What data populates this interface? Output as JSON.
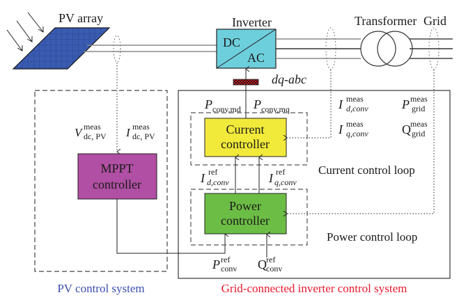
{
  "title_labels": {
    "pv_array": "PV array",
    "inverter": "Inverter",
    "transformer": "Transformer",
    "grid": "Grid",
    "dc": "DC",
    "ac": "AC",
    "dq_abc": "dq-abc"
  },
  "blocks": {
    "mppt": {
      "line1": "MPPT",
      "line2": "controller",
      "color": "#b04fa3"
    },
    "current": {
      "line1": "Current",
      "line2": "controller",
      "color": "#f2ea3a"
    },
    "power": {
      "line1": "Power",
      "line2": "controller",
      "color": "#6cbd45"
    },
    "inverter_color": "#6ecfdc",
    "pv_panel_color": "#3a5bb0"
  },
  "signals": {
    "v_dc_pv": {
      "main": "V",
      "sup": "meas",
      "sub": "dc, PV"
    },
    "i_dc_pv": {
      "main": "I",
      "sup": "meas",
      "sub": "dc, PV"
    },
    "p_conv_md": {
      "main": "P",
      "sub": "conv,md"
    },
    "p_conv_mq": {
      "main": "P",
      "sub": "conv,mq"
    },
    "i_d_conv_meas": {
      "main": "I",
      "sup": "meas",
      "sub": "d,conv"
    },
    "i_q_conv_meas": {
      "main": "I",
      "sup": "meas",
      "sub": "q,conv"
    },
    "p_grid_meas": {
      "main": "P",
      "sup": "meas",
      "sub": "grid"
    },
    "q_grid_meas": {
      "main": "Q",
      "sup": "meas",
      "sub": "grid"
    },
    "i_d_conv_ref": {
      "main": "I",
      "sup": "ref",
      "sub": "d,conv"
    },
    "i_q_conv_ref": {
      "main": "I",
      "sup": "ref",
      "sub": "q,conv"
    },
    "p_conv_ref": {
      "main": "P",
      "sup": "ref",
      "sub": "conv"
    },
    "q_conv_ref": {
      "main": "Q",
      "sup": "ref",
      "sub": "conv"
    }
  },
  "loops": {
    "current_loop": "Current control loop",
    "power_loop": "Power control loop"
  },
  "systems": {
    "pv_control": {
      "label": "PV control system",
      "color": "#3a4fb0"
    },
    "grid_control": {
      "label": "Grid-connected inverter control system",
      "color": "#e8192c"
    }
  }
}
